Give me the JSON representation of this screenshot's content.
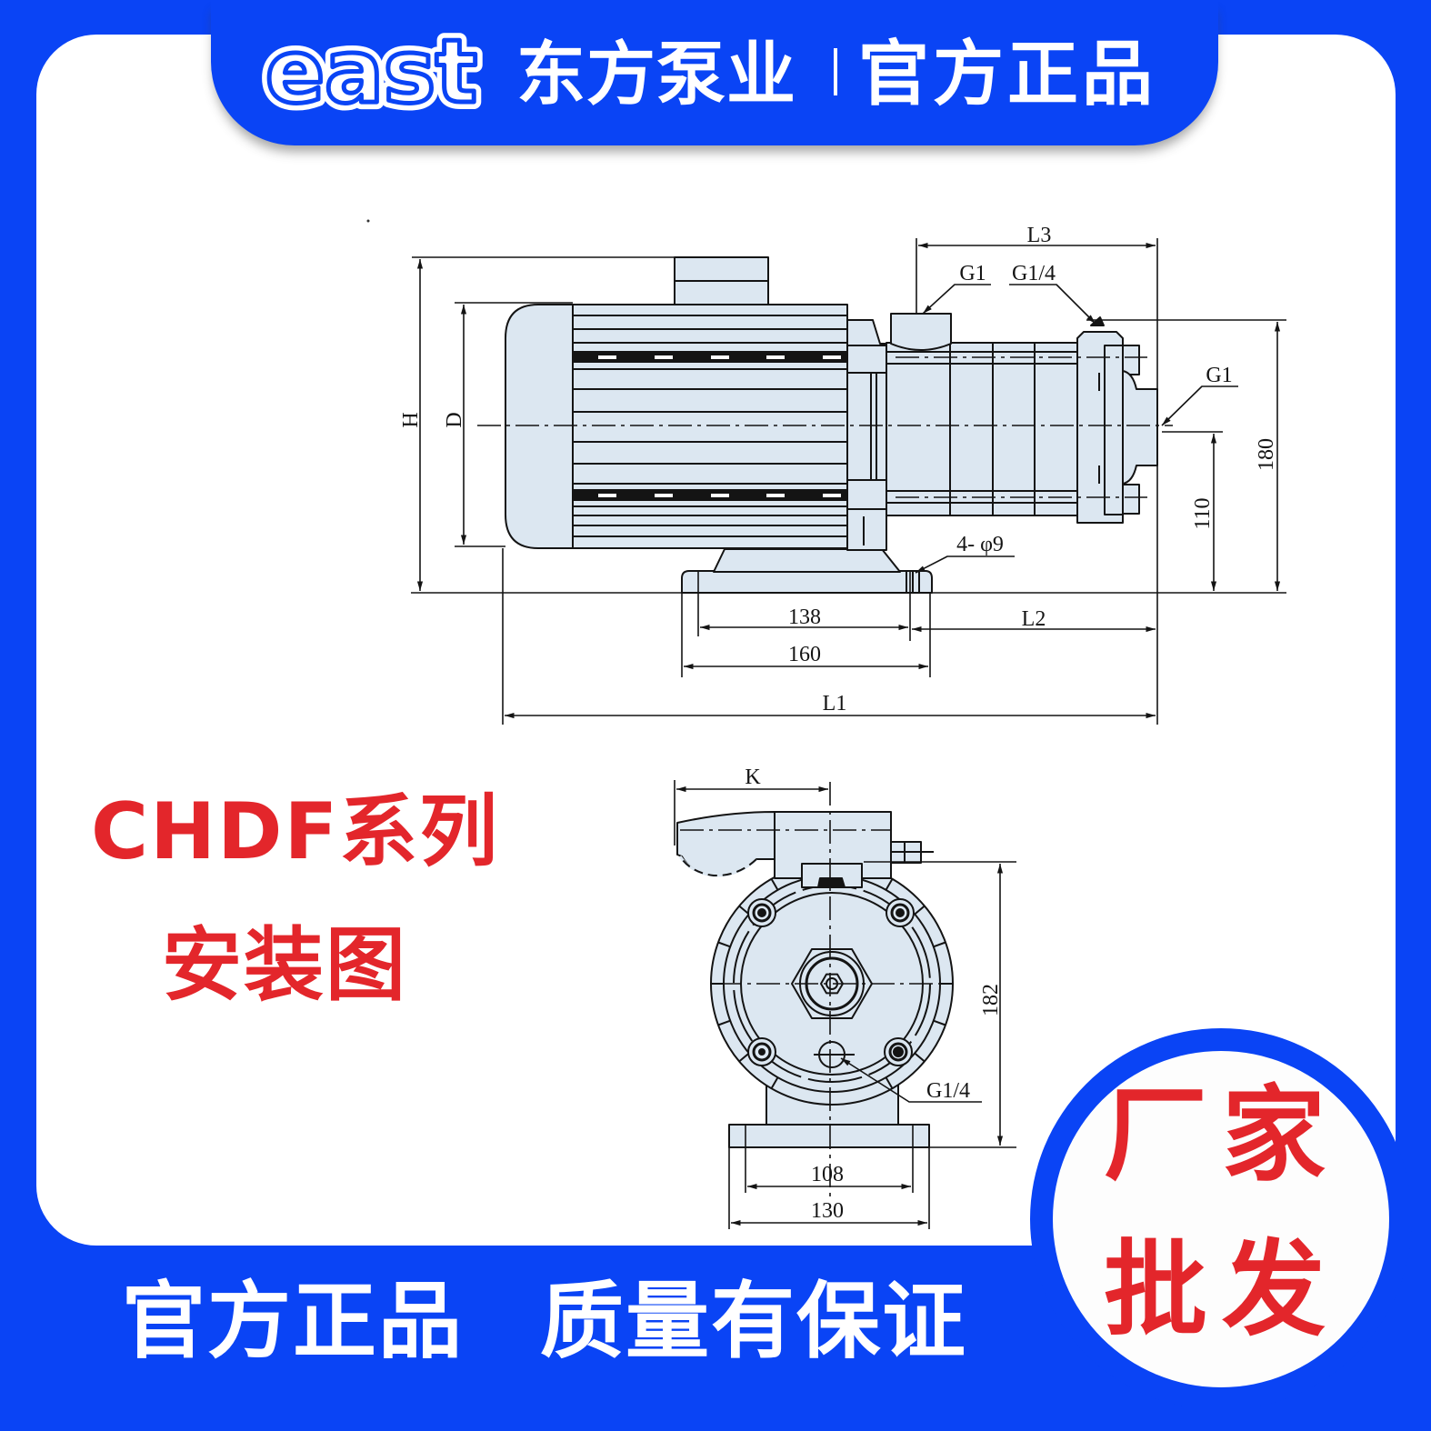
{
  "header": {
    "logo": "east",
    "brand": "东方泵业",
    "tagline": "官方正品"
  },
  "title": {
    "line1": "CHDF系列",
    "line2": "安装图"
  },
  "badge": {
    "line1": "厂家",
    "line2": "批发"
  },
  "footer": {
    "left": "官方正品",
    "right": "质量有保证"
  },
  "drawing": {
    "side_view": {
      "height_label": "H",
      "motor_diameter_label": "D",
      "overall_length_label": "L1",
      "foot_to_end_label": "L2",
      "inlet_to_end_label": "L3",
      "inlet_label": "G1",
      "vent_label": "G1/4",
      "outlet_label": "G1",
      "mounting_holes_label": "4- φ9",
      "foot_hole_spacing": "138",
      "foot_length": "160",
      "vent_height": "180",
      "shaft_height": "110"
    },
    "end_view": {
      "k_label": "K",
      "overall_height": "182",
      "drain_label": "G1/4",
      "base_hole_spacing": "108",
      "base_width": "130"
    }
  },
  "colors": {
    "brand_blue": "#0a44f5",
    "title_red": "#e3262b",
    "drawing_fill": "#dce7f1",
    "drawing_line": "#141414",
    "card_white": "#ffffff"
  }
}
